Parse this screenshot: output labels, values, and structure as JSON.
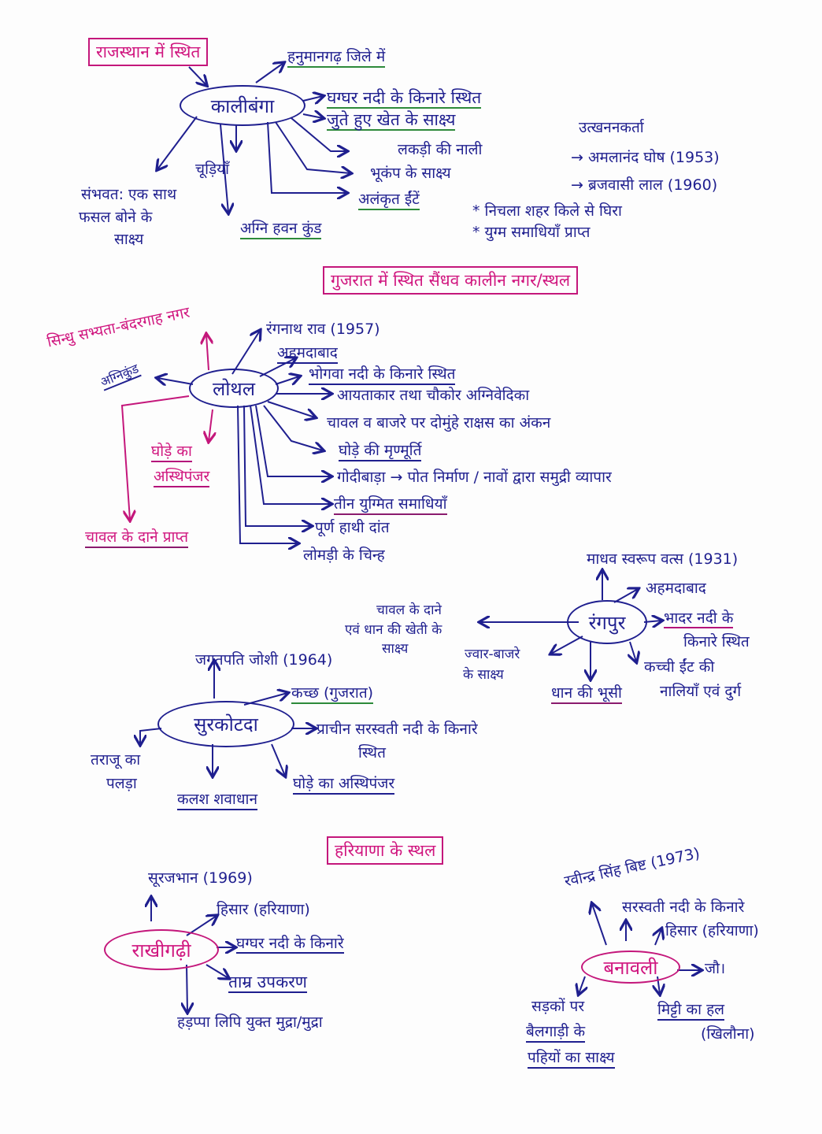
{
  "sections": {
    "rajasthan": {
      "heading": "राजस्थान में स्थित",
      "site": "कालीबंगा",
      "district": "हनुमानगढ़ जिले में",
      "facts": [
        "घग्घर नदी के किनारे स्थित",
        "जुते हुए खेत के साक्ष्य",
        "लकड़ी की नाली",
        "भूकंप के साक्ष्य",
        "अलंकृत ईंटें",
        "अग्नि हवन कुंड",
        "चूड़ियाँ"
      ],
      "crops_left": [
        "संभवत: एक साथ",
        "फसल बोने के",
        "साक्ष्य"
      ],
      "excavators_title": "उत्खननकर्ता",
      "excavators": [
        "अमलानंद घोष (1953)",
        "ब्रजवासी लाल (1960)"
      ],
      "notes": [
        "* निचला शहर किले से घिरा",
        "* युग्म समाधियाँ प्राप्त"
      ]
    },
    "gujarat": {
      "heading": "गुजरात में स्थित सैंधव कालीन नगर/स्थल",
      "lothal": {
        "site": "लोथल",
        "port_note": "सिन्धु सभ्यता-बंदरगाह नगर",
        "fire_altar": "अग्निकुंड",
        "horse_skeleton": [
          "घोड़े का",
          "अस्थिपंजर"
        ],
        "rice": "चावल के दाने प्राप्त",
        "facts": [
          "रंगनाथ राव (1957)",
          "अहमदाबाद",
          "भोगवा नदी के किनारे स्थित",
          "आयताकार तथा चौकोर अग्निवेदिका",
          "चावल व बाजरे पर दोमुंहे राक्षस का अंकन",
          "घोड़े की मृण्मूर्ति",
          "गोदीबाड़ा → पोत निर्माण / नावों द्वारा समुद्री व्यापार",
          "तीन युग्मित समाधियाँ",
          "पूर्ण हाथी दांत",
          "लोमड़ी के चिन्ह"
        ]
      },
      "rangpur": {
        "site": "रंगपुर",
        "excavator": "माधव स्वरूप वत्स (1931)",
        "district": "अहमदाबाद",
        "river": [
          "भादर नदी के",
          "किनारे स्थित"
        ],
        "bricks": [
          "कच्ची ईंट की",
          "नालियाँ एवं दुर्ग"
        ],
        "husk": "धान की भूसी",
        "millet": [
          "ज्वार-बाजरे",
          "के साक्ष्य"
        ],
        "rice": [
          "चावल के दाने",
          "एवं धान की खेती के",
          "साक्ष्य"
        ]
      },
      "surkotada": {
        "site": "सुरकोटदा",
        "excavator": "जगतपति जोशी (1964)",
        "region": "कच्छ (गुजरात)",
        "river": [
          "प्राचीन सरस्वती नदी के किनारे",
          "स्थित"
        ],
        "horse": "घोड़े का अस्थिपंजर",
        "burial": "कलश शवाधान",
        "scale": [
          "तराजू का",
          "पलड़ा"
        ]
      }
    },
    "haryana": {
      "heading": "हरियाणा के स्थल",
      "rakhigarhi": {
        "site": "राखीगढ़ी",
        "excavator": "सूरजभान (1969)",
        "district": "हिसार (हरियाणा)",
        "river": "घग्घर नदी के किनारे",
        "copper": "ताम्र उपकरण",
        "seal": "हड़प्पा लिपि युक्त मुद्रा/मुद्रा"
      },
      "banawali": {
        "site": "बनावली",
        "excavator": "रवीन्द्र सिंह बिष्ट (1973)",
        "river": "सरस्वती नदी के किनारे",
        "district": "हिसार (हरियाणा)",
        "barley": "जौ।",
        "plough": [
          "मिट्टी का हल",
          "(खिलौना)"
        ],
        "cart": [
          "सड़कों पर",
          "बैलगाड़ी के",
          "पहियों का साक्ष्य"
        ]
      }
    }
  },
  "colors": {
    "ink_blue": "#1f1f8f",
    "ink_pink": "#d0167f",
    "ink_green": "#2d8a3a"
  }
}
